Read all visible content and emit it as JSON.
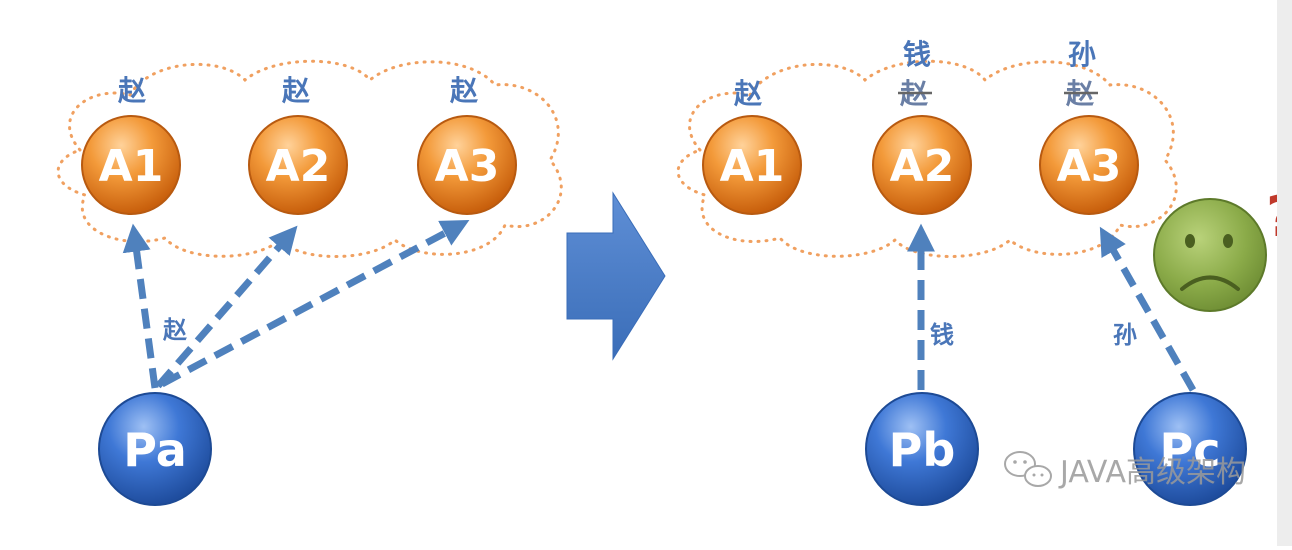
{
  "left_panel": {
    "nodes": [
      {
        "id": "A1",
        "label": "A1",
        "value_label": "赵"
      },
      {
        "id": "A2",
        "label": "A2",
        "value_label": "赵"
      },
      {
        "id": "A3",
        "label": "A3",
        "value_label": "赵"
      }
    ],
    "client": {
      "label": "Pa",
      "edge_label": "赵"
    }
  },
  "right_panel": {
    "nodes": [
      {
        "id": "A1",
        "label": "A1",
        "value_label": "赵"
      },
      {
        "id": "A2",
        "label": "A2",
        "old_value": "赵",
        "new_value": "钱"
      },
      {
        "id": "A3",
        "label": "A3",
        "old_value": "赵",
        "new_value": "孙"
      }
    ],
    "clients": [
      {
        "label": "Pb",
        "edge_label": "钱"
      },
      {
        "label": "Pc",
        "edge_label": "孙"
      }
    ],
    "question_mark": "?"
  },
  "watermark": {
    "text": "JAVA高级架构",
    "icon": "wechat-icon"
  },
  "colors": {
    "node_orange": "#e8821e",
    "client_blue": "#2f67c6",
    "arrow_blue": "#4f81bd",
    "cloud_dots": "#f0a060",
    "sad_face": "#8bab49",
    "question_red": "#c0392b"
  }
}
